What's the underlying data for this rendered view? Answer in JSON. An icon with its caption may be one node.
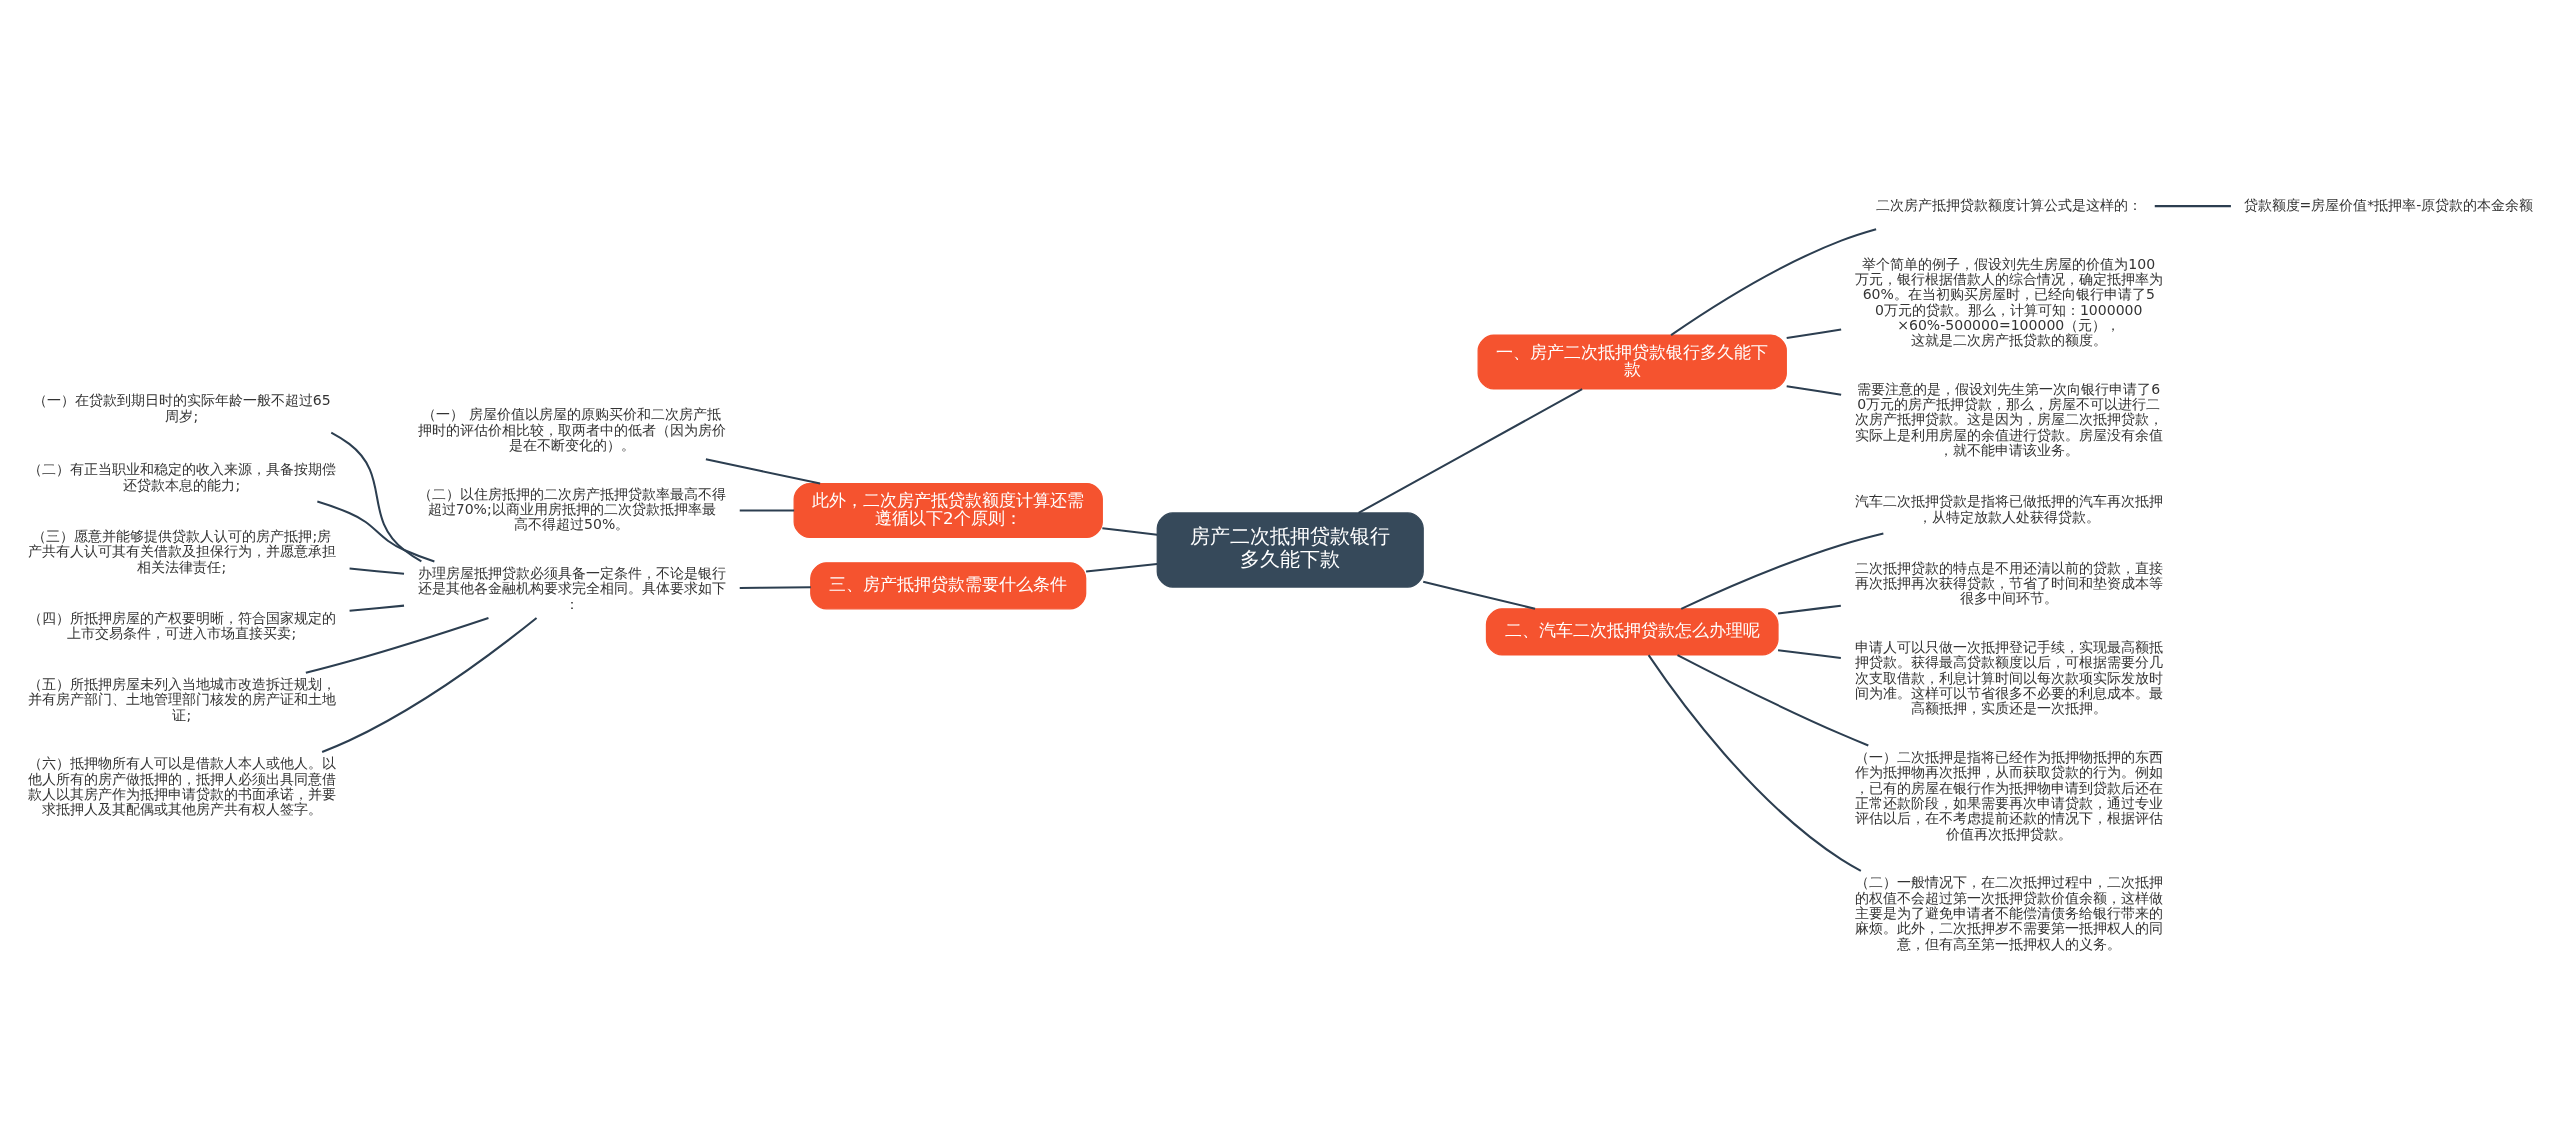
{
  "diagram": {
    "nodes": [
      {
        "text": [
          "房产二次抵押贷款银行多久能下款"
        ]
      },
      {
        "text": [
          "一、房产二次抵押贷款银行多久能下款"
        ]
      },
      {
        "text": [
          "二次房产抵押贷款额度计算公式是这样的："
        ]
      },
      {
        "text": [
          "贷款额度=房屋价值*抵押率-原贷款的本金余额"
        ]
      },
      {
        "text": [
          "举个简单的例子，假设刘先生房屋的价值为100万元，银行根据借款人的综合情况，确定抵押率为60%。在当初购买房屋时，已经向银行申请了50万元的贷款。那么，计算可知：1000000×60%-500000=100000（元），这就是二次房产抵贷款的额度。"
        ]
      },
      {
        "text": [
          "需要注意的是，假设刘先生第一次向银行申请了60万元的房产抵押贷款，那么，房屋不可以进行二次房产抵押贷款。这是因为，房屋二次抵押贷款，实际上是利用房屋的余值进行贷款。房屋没有余值，就不能申请该业务。"
        ]
      },
      {
        "text": [
          "二、汽车二次抵押贷款怎么办理呢"
        ]
      },
      {
        "text": [
          "汽车二次抵押贷款是指将已做抵押的汽车再次抵押，从特定放款人处获得贷款。"
        ]
      },
      {
        "text": [
          "二次抵押贷款的特点是不用还清以前的贷款，直接再次抵押再次获得贷款，节省了时间和垫资成本等很多中间环节。"
        ]
      },
      {
        "text": [
          "申请人可以只做一次抵押登记手续，实现最高额抵押贷款。获得最高贷款额度以后，可根据需要分几次支取借款，利息计算时间以每次款项实际发放时间为准。这样可以节省很多不必要的利息成本。最高额抵押，实质还是一次抵押。"
        ]
      },
      {
        "text": [
          "（一）二次抵押是指将已经作为抵押物抵押的东西作为抵押物再次抵押，从而获取贷款的行为。例如，已有的房屋在银行作为抵押物申请到贷款后还在正常还款阶段，如果需要再次申请贷款，通过专业评估以后，在不考虑提前还款的情况下，根据评估价值再次抵押贷款。"
        ]
      },
      {
        "text": [
          "（二）一般情况下，在二次抵押过程中，二次抵押的权值不会超过第一次抵押贷款价值余额，这样做主要是为了避免申请者不能偿清债务给银行带来的麻烦。此外，二次抵押岁不需要第一抵押权人的同意，但有高至第一抵押权人的义务。"
        ]
      },
      {
        "text": [
          "此外，二次房产抵贷款额度计算还需遵循以下2个原则："
        ]
      },
      {
        "text": [
          "（一） 房屋价值以房屋的原购买价和二次房产抵押时的评估价相比较，取两者中的低者（因为房价是在不断变化的）。"
        ]
      },
      {
        "text": [
          "（二）以住房抵押的二次房产抵押贷款率最高不得超过70%;以商业用房抵押的二次贷款抵押率最高不得超过50%。"
        ]
      },
      {
        "text": [
          "三、房产抵押贷款需要什么条件"
        ]
      },
      {
        "text": [
          "办理房屋抵押贷款必须具备一定条件，不论是银行还是其他各金融机构要求完全相同。具体要求如下："
        ]
      },
      {
        "text": [
          "（一）在贷款到期日时的实际年龄一般不超过65周岁;"
        ]
      },
      {
        "text": [
          "（二）有正当职业和稳定的收入来源，具备按期偿还贷款本息的能力;"
        ]
      },
      {
        "text": [
          "（三）愿意并能够提供贷款人认可的房产抵押;房产共有人认可其有关借款及担保行为，并愿意承担相关法律责任;"
        ]
      },
      {
        "text": [
          "（四）所抵押房屋的产权要明晰，符合国家规定的上市交易条件，可进入市场直接买卖;"
        ]
      },
      {
        "text": [
          "（五）所抵押房屋未列入当地城市改造拆迁规划，并有房产部门、土地管理部门核发的房产证和土地证;"
        ]
      },
      {
        "text": [
          "（六）抵押物所有人可以是借款人本人或他人。以他人所有的房产做抵押的，抵押人必须出具同意借款人以其房产作为抵押申请贷款的书面承诺，并要求抵押人及其配偶或其他房产共有权人签字。"
        ]
      }
    ],
    "edges": [
      {
        "from": 0,
        "to": 1,
        "arrow": "none"
      },
      {
        "from": 1,
        "to": 2,
        "arrow": "none"
      },
      {
        "from": 2,
        "to": 3,
        "arrow": "none"
      },
      {
        "from": 1,
        "to": 4,
        "arrow": "none"
      },
      {
        "from": 1,
        "to": 5,
        "arrow": "none"
      },
      {
        "from": 0,
        "to": 6,
        "arrow": "none"
      },
      {
        "from": 6,
        "to": 7,
        "arrow": "none"
      },
      {
        "from": 6,
        "to": 8,
        "arrow": "none"
      },
      {
        "from": 6,
        "to": 9,
        "arrow": "none"
      },
      {
        "from": 6,
        "to": 10,
        "arrow": "none"
      },
      {
        "from": 6,
        "to": 11,
        "arrow": "none"
      },
      {
        "from": 0,
        "to": 12,
        "arrow": "none"
      },
      {
        "from": 12,
        "to": 13,
        "arrow": "none"
      },
      {
        "from": 12,
        "to": 14,
        "arrow": "none"
      },
      {
        "from": 0,
        "to": 15,
        "arrow": "none"
      },
      {
        "from": 15,
        "to": 16,
        "arrow": "none"
      },
      {
        "from": 16,
        "to": 17,
        "arrow": "none"
      },
      {
        "from": 16,
        "to": 18,
        "arrow": "none"
      },
      {
        "from": 16,
        "to": 19,
        "arrow": "none"
      },
      {
        "from": 16,
        "to": 20,
        "arrow": "none"
      },
      {
        "from": 16,
        "to": 21,
        "arrow": "none"
      },
      {
        "from": 16,
        "to": 22,
        "arrow": "none"
      }
    ]
  }
}
